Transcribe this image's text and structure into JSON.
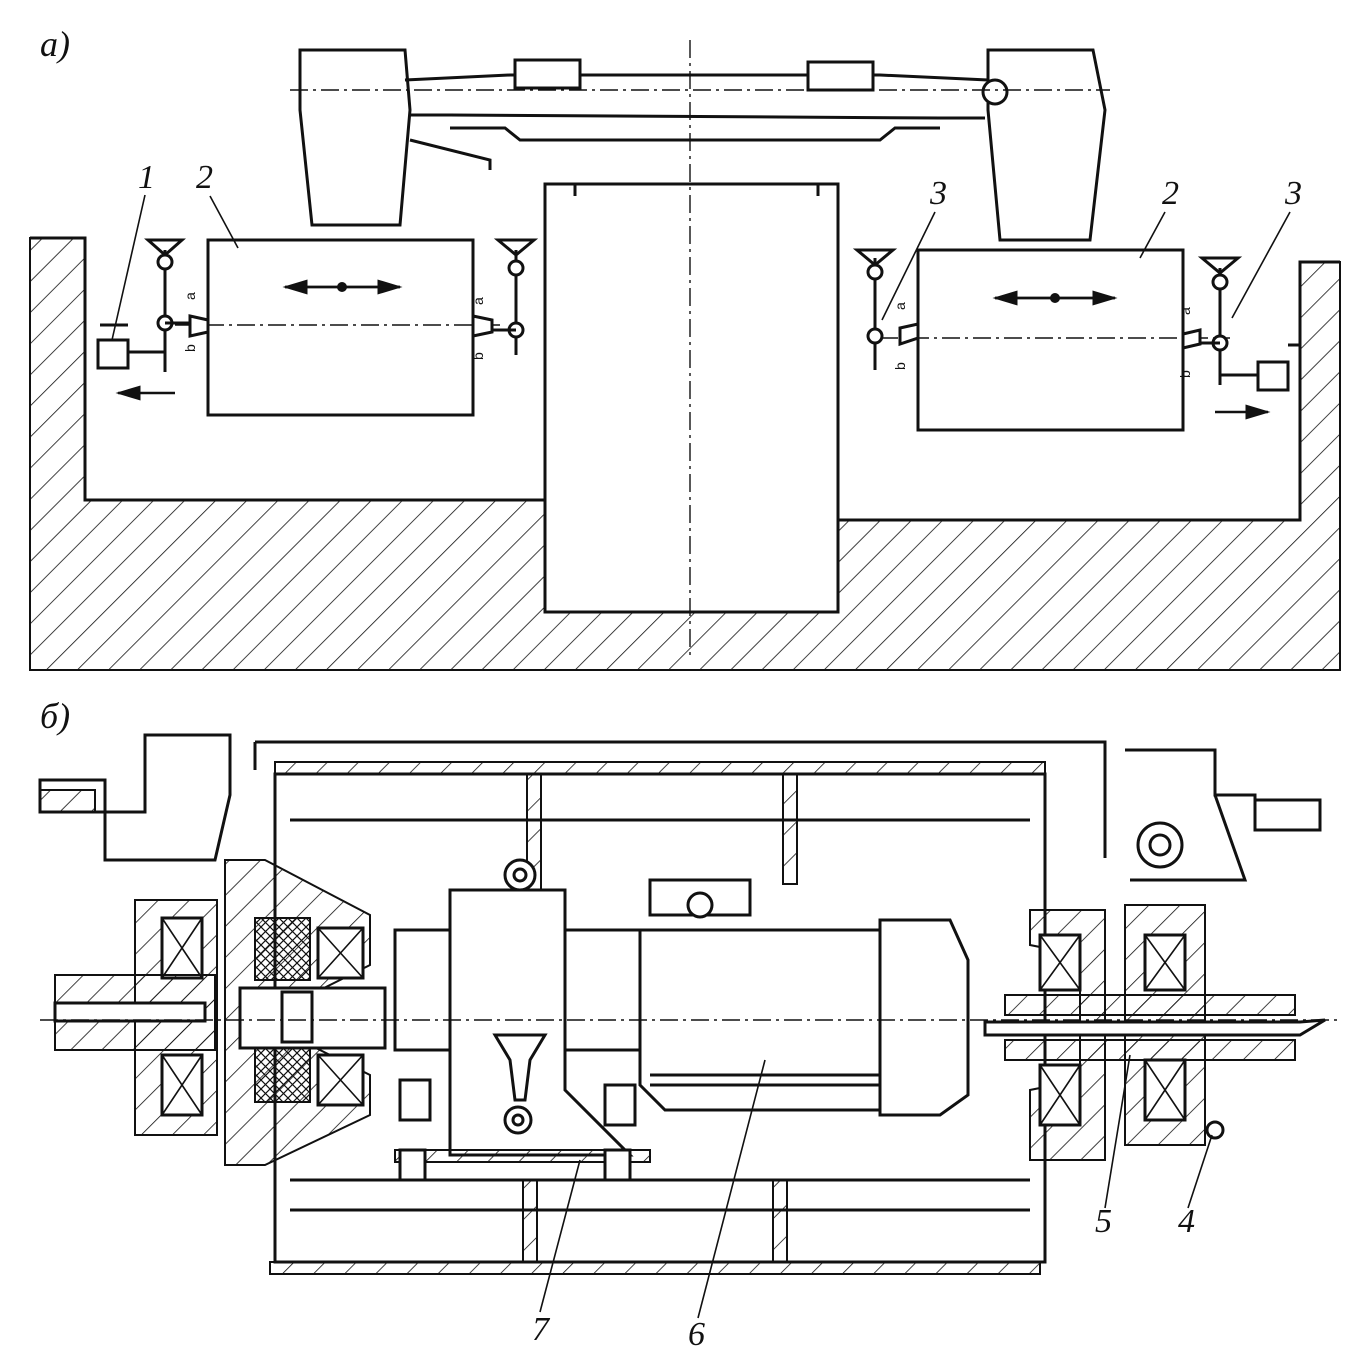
{
  "figure": {
    "section_a_label": "а)",
    "section_b_label": "б)"
  },
  "labels_a": {
    "l1": "1",
    "l2_left": "2",
    "l2_right": "2",
    "l3_left": "3",
    "l3_right": "3"
  },
  "labels_b": {
    "l4": "4",
    "l5": "5",
    "l6": "6",
    "l7": "7"
  },
  "bracket_marks": {
    "a": "a",
    "b": "b"
  }
}
